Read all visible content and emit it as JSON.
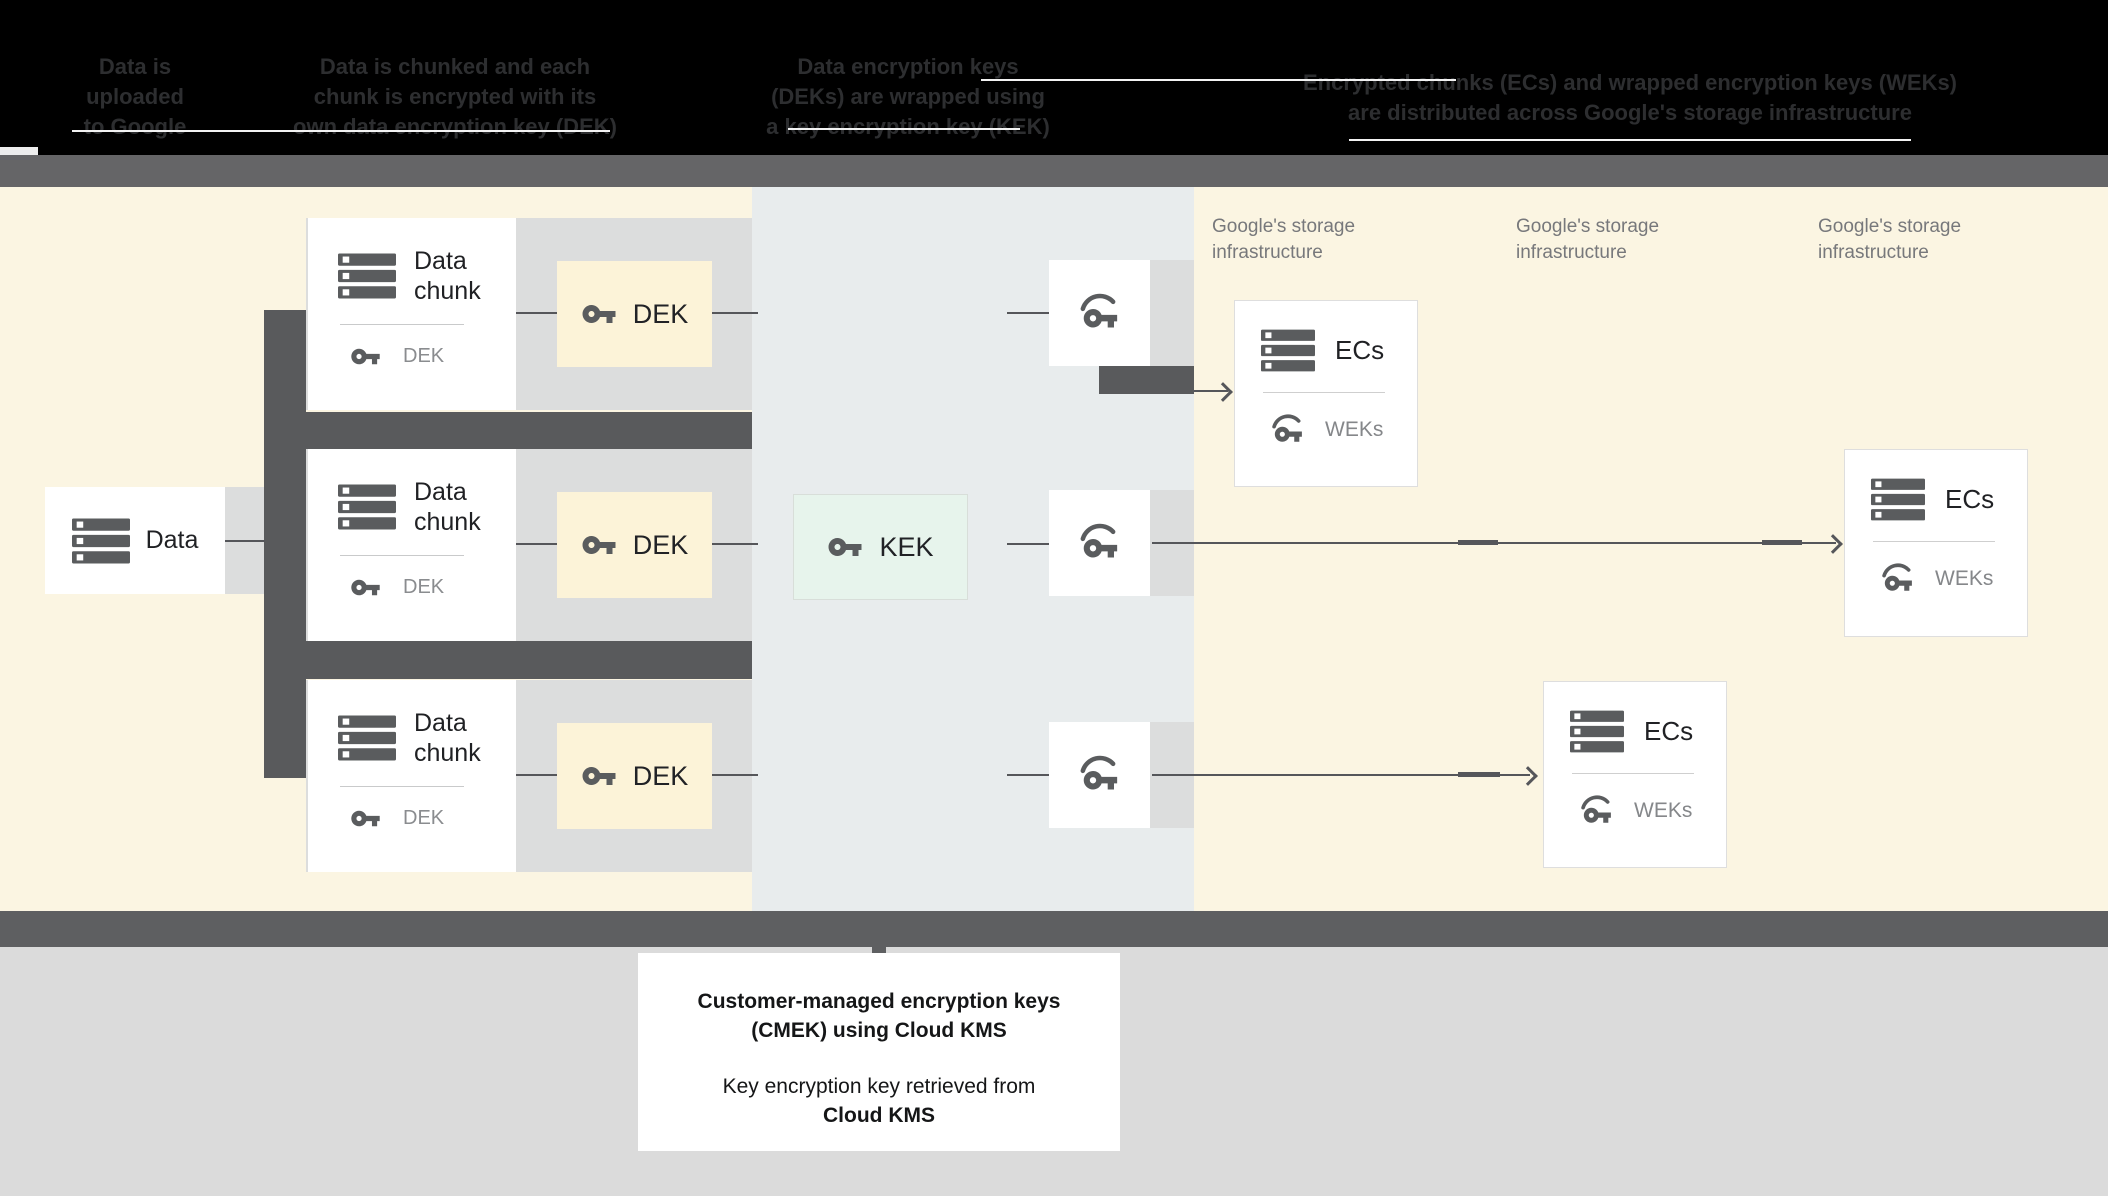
{
  "header": {
    "steps": [
      {
        "line1": "Data is",
        "line2": "uploaded",
        "line3": "to Google"
      },
      {
        "line1": "Data is chunked and each",
        "line2": "chunk is encrypted with its",
        "line3": "own data encryption key (DEK)"
      },
      {
        "line1": "Data encryption keys",
        "line2": "(DEKs) are wrapped using",
        "line3": "a key encryption key (KEK)"
      },
      {
        "line1": "Encrypted chunks (ECs) and wrapped encryption keys (WEKs)",
        "line2": "are distributed across Google's storage infrastructure"
      }
    ]
  },
  "labels": {
    "data": "Data",
    "data_chunk_line1": "Data",
    "data_chunk_line2": "chunk",
    "dek": "DEK",
    "kek": "KEK",
    "ecs": "ECs",
    "weks": "WEKs",
    "storage_line1": "Google's storage",
    "storage_line2": "infrastructure"
  },
  "caption": {
    "title_line1": "Customer-managed encryption keys",
    "title_line2": "(CMEK) using Cloud KMS",
    "body_line1": "Key encryption key retrieved from",
    "body_line2": "Cloud KMS"
  },
  "icons": {
    "server": "server-stack-icon",
    "key": "key-icon",
    "wrapped_key": "wrapped-key-icon"
  },
  "colors": {
    "panel_yellow": "#FBF5E2",
    "panel_bluegray": "#E8ECED",
    "dek_box_yellow": "#FCF3D8",
    "kek_box_green": "#E7F4EC",
    "connector_dark": "#595A5C",
    "band_gray": "#DCDDDD",
    "divider_bar_gray": "#656567",
    "bottom_area_gray": "#DBDBDB",
    "header_black": "#000000",
    "muted_text": "#85878A",
    "storage_text": "#77787B"
  }
}
